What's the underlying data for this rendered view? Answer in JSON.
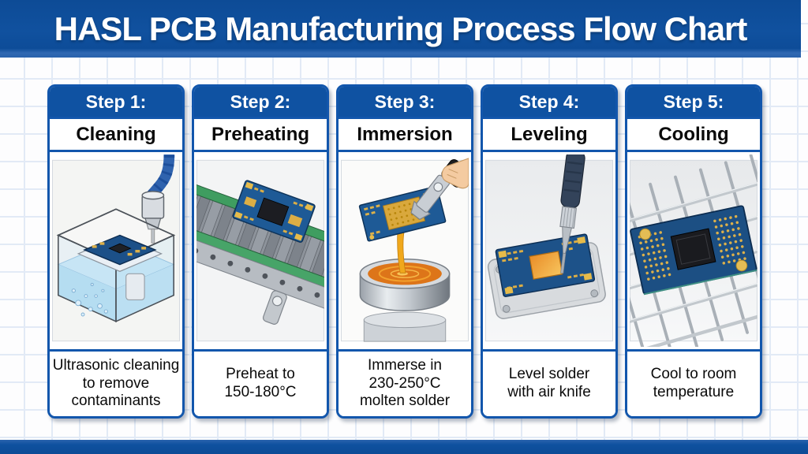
{
  "title": "HASL PCB Manufacturing Process Flow Chart",
  "colors": {
    "banner_blue": "#10519f",
    "card_border_blue": "#1256ac",
    "card_header_blue": "#0f52a2",
    "grid_line_blue": "#e2eaf6",
    "background": "#fdfdfe",
    "title_text": "#ffffff",
    "body_text": "#0a0a0a",
    "pcb_blue": "#1d5289",
    "solder_orange": "#dd7519",
    "gold_pad": "#dcae45"
  },
  "steps": [
    {
      "step_label": "Step 1:",
      "name": "Cleaning",
      "description": "Ultrasonic cleaning to remove contaminants",
      "illustration": "ultrasonic-cleaning-tank"
    },
    {
      "step_label": "Step 2:",
      "name": "Preheating",
      "description": "Preheat to 150-180°C",
      "illustration": "conveyor-preheater"
    },
    {
      "step_label": "Step 3:",
      "name": "Immersion",
      "description": "Immerse in 230-250°C molten solder",
      "illustration": "molten-solder-pot"
    },
    {
      "step_label": "Step 4:",
      "name": "Leveling",
      "description": "Level solder with air knife",
      "illustration": "air-knife-tool"
    },
    {
      "step_label": "Step 5:",
      "name": "Cooling",
      "description": "Cool to room temperature",
      "illustration": "wire-cooling-rack"
    }
  ]
}
